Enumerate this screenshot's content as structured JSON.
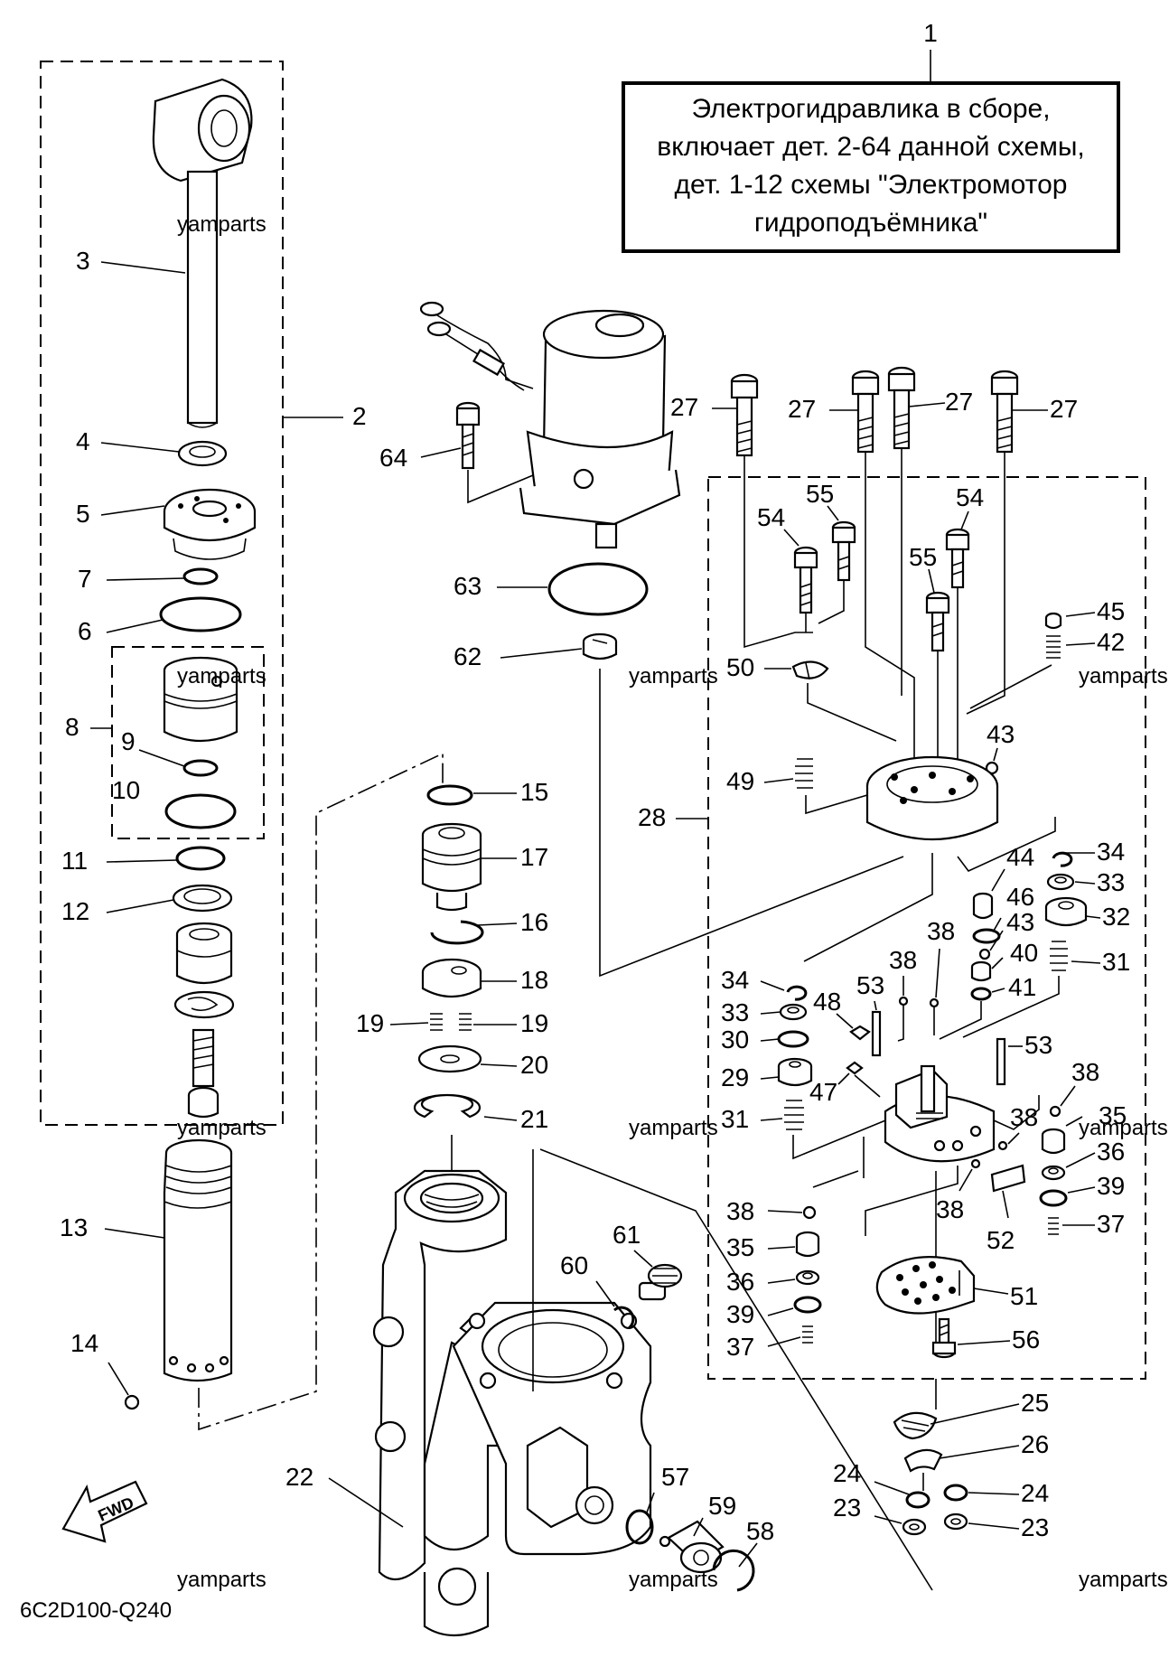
{
  "note": {
    "number": "1",
    "lines": [
      "Электрогидравлика в сборе,",
      "включает дет. 2-64 данной схемы,",
      "дет. 1-12 схемы \"Электромотор",
      "гидроподъёмника\""
    ]
  },
  "diagram_code": "6C2D100-Q240",
  "watermark": "yamparts",
  "fwd_label": "FWD",
  "callouts": {
    "c2": "2",
    "c3": "3",
    "c4": "4",
    "c5": "5",
    "c6": "6",
    "c7": "7",
    "c8": "8",
    "c9": "9",
    "c10": "10",
    "c11": "11",
    "c12": "12",
    "c13": "13",
    "c14": "14",
    "c15": "15",
    "c16": "16",
    "c17": "17",
    "c18": "18",
    "c19": "19",
    "c20": "20",
    "c21": "21",
    "c22": "22",
    "c23": "23",
    "c24": "24",
    "c25": "25",
    "c26": "26",
    "c27": "27",
    "c28": "28",
    "c29": "29",
    "c30": "30",
    "c31": "31",
    "c32": "32",
    "c33": "33",
    "c34": "34",
    "c35": "35",
    "c36": "36",
    "c37": "37",
    "c38": "38",
    "c39": "39",
    "c40": "40",
    "c41": "41",
    "c42": "42",
    "c43": "43",
    "c44": "44",
    "c45": "45",
    "c46": "46",
    "c47": "47",
    "c48": "48",
    "c49": "49",
    "c50": "50",
    "c51": "51",
    "c52": "52",
    "c53": "53",
    "c54": "54",
    "c55": "55",
    "c56": "56",
    "c57": "57",
    "c58": "58",
    "c59": "59",
    "c60": "60",
    "c61": "61",
    "c62": "62",
    "c63": "63",
    "c64": "64"
  }
}
